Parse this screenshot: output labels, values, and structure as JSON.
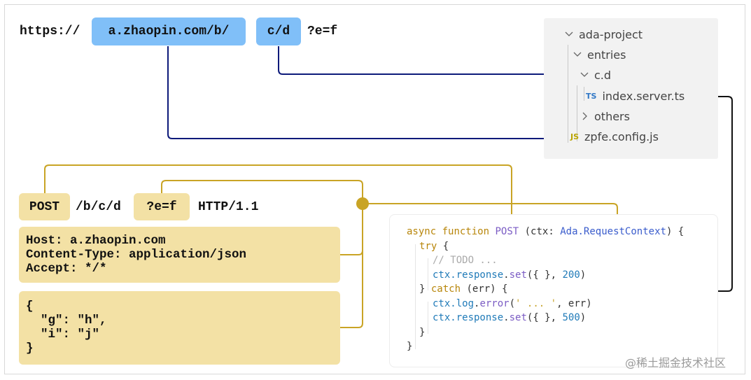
{
  "url": {
    "scheme": "https://",
    "host_path": "a.zhaopin.com/b/",
    "route": "c/d",
    "query": "?e=f"
  },
  "tree": {
    "project": "ada-project",
    "entries": "entries",
    "route_folder": "c.d",
    "server_file": "index.server.ts",
    "others": "others",
    "config_file": "zpfe.config.js",
    "ts_badge": "TS",
    "js_badge": "JS"
  },
  "request": {
    "method": "POST",
    "path": "/b/c/d",
    "query": "?e=f",
    "protocol": "HTTP/1.1",
    "headers": [
      "Host: a.zhaopin.com",
      "Content-Type: application/json",
      "Accept: */*"
    ],
    "body": [
      "{",
      "  \"g\": \"h\",",
      "  \"i\": \"j\"",
      "}"
    ]
  },
  "code": {
    "l1_async": "async",
    "l1_function": "function",
    "l1_name": "POST",
    "l1_open": "(ctx:",
    "l1_type": "Ada.RequestContext",
    "l1_close": ") {",
    "l2_try": "try",
    "l2_brace": "{",
    "l3_comment": "// TODO ...",
    "l4_obj": "ctx.",
    "l4_prop": "response",
    "l4_dot": ".",
    "l4_fn": "set",
    "l4_args": "({ },",
    "l4_num": "200",
    "l4_end": ")",
    "l5_close": "}",
    "l5_catch": "catch",
    "l5_rest": "(err) {",
    "l6_obj": "ctx.",
    "l6_prop": "log",
    "l6_dot": ".",
    "l6_fn": "error",
    "l6_open": "(",
    "l6_str": "' ... '",
    "l6_rest": ", err)",
    "l7_obj": "ctx.",
    "l7_prop": "response",
    "l7_dot": ".",
    "l7_fn": "set",
    "l7_args": "({ },",
    "l7_num": "500",
    "l7_end": ")",
    "l8_close": "}",
    "l9_close": "}"
  },
  "watermark": "@稀土掘金技术社区",
  "colors": {
    "blue_pill": "#80bff8",
    "yellow_block": "#f3e1a5",
    "navy_arrow": "#0d1a7a",
    "gold_wire": "#c9a425",
    "tree_bg": "#f2f2f2"
  }
}
